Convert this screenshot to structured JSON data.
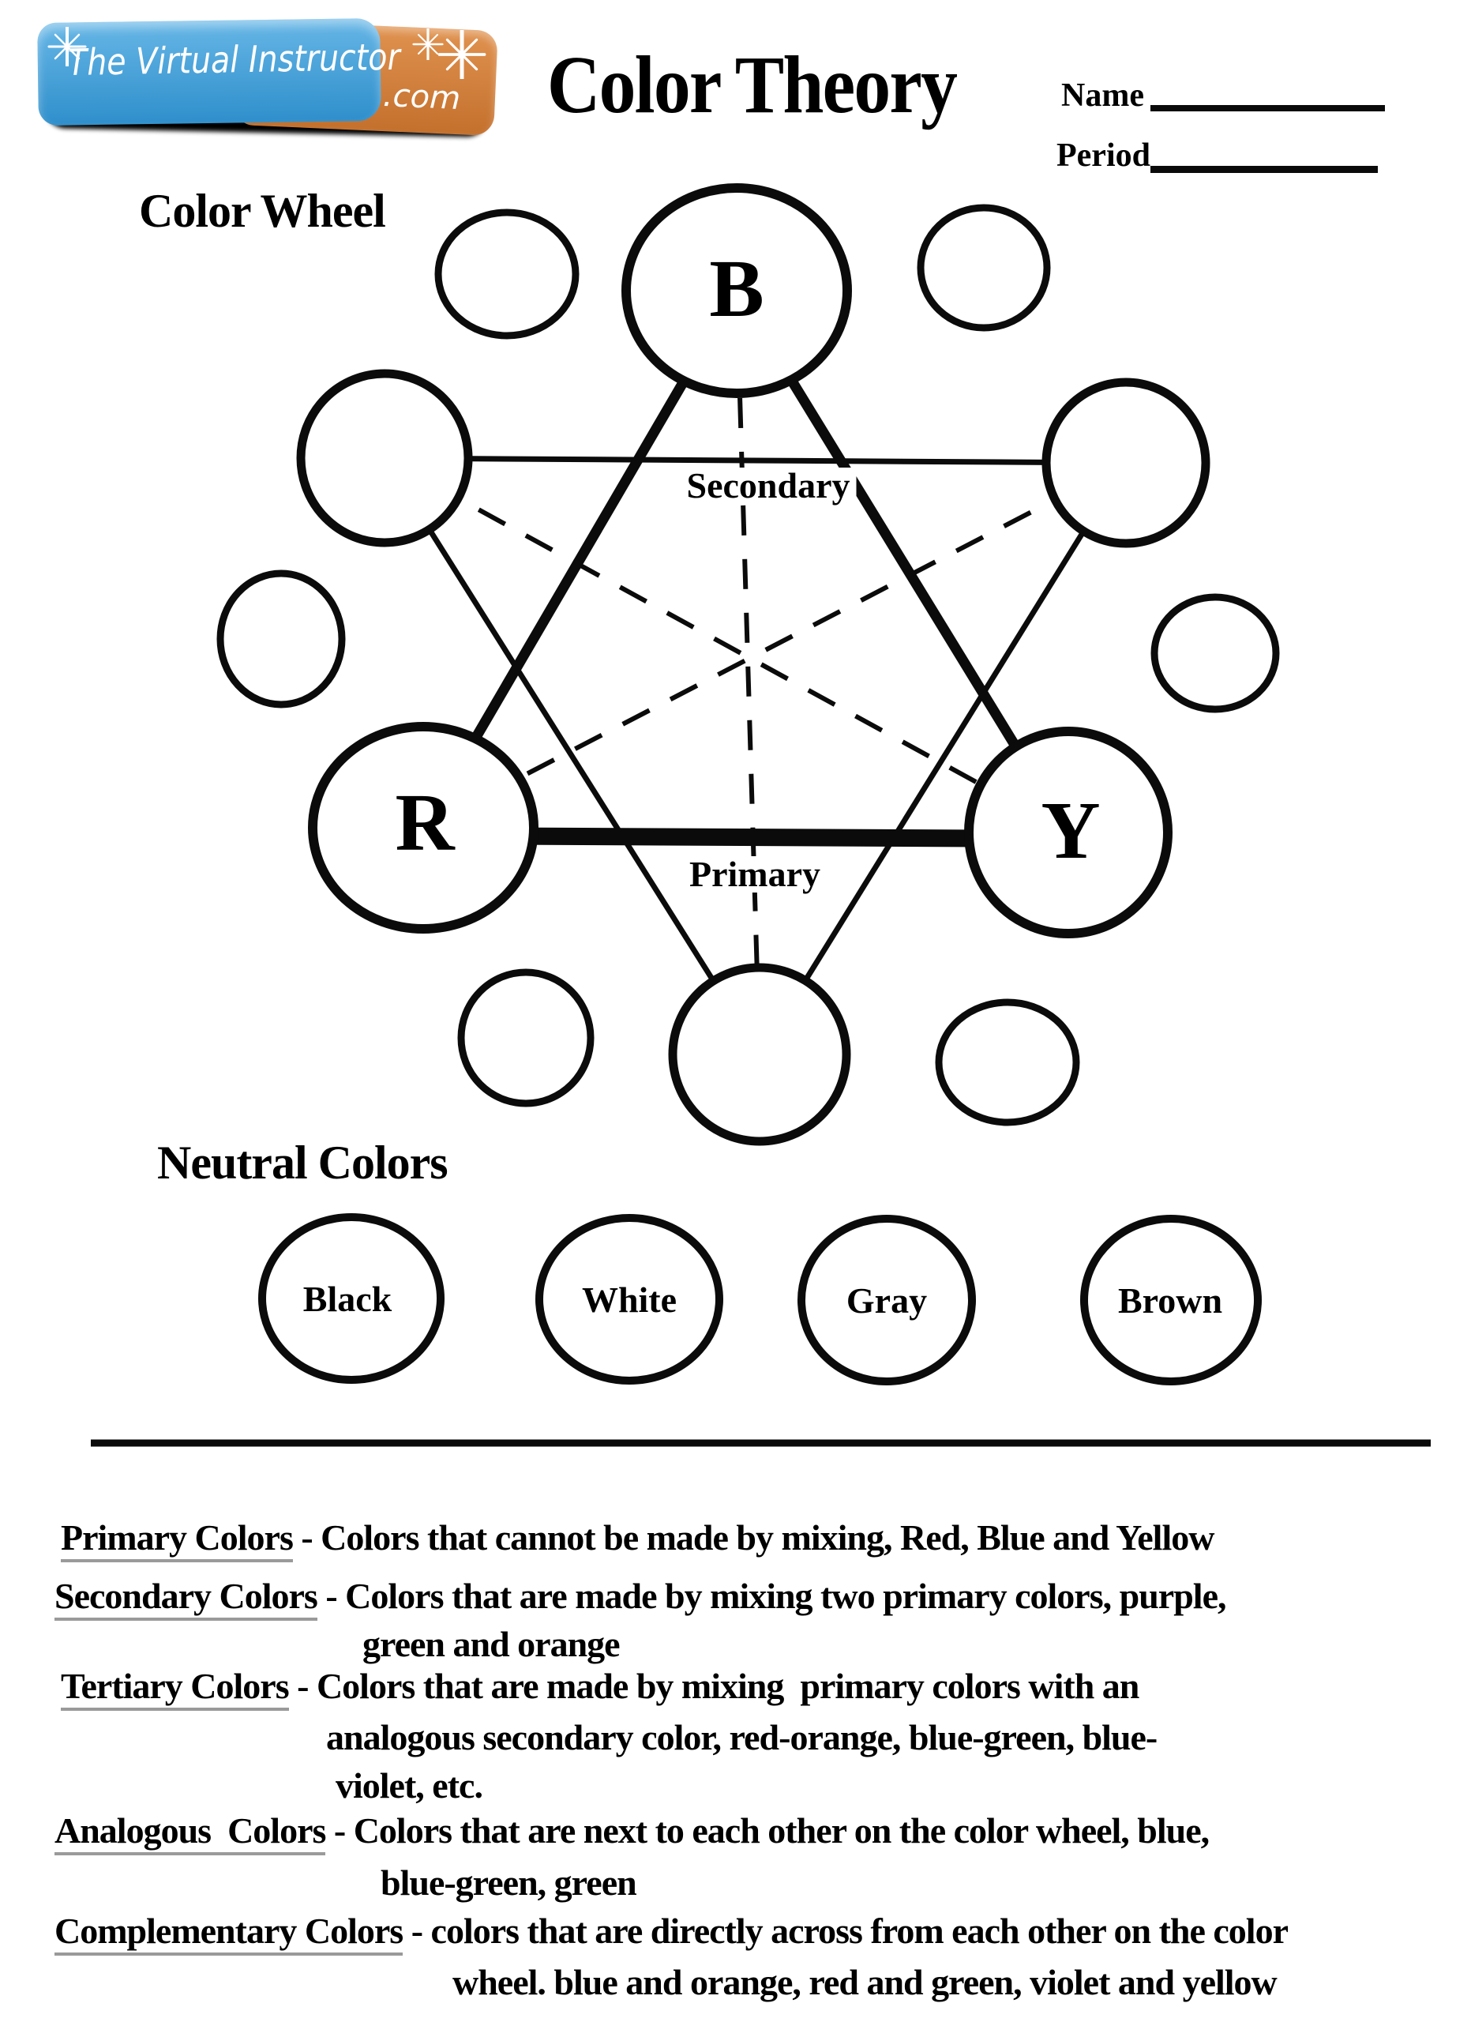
{
  "logo": {
    "brand": "The Virtual Instructor",
    "suffix": ".com"
  },
  "header": {
    "title": "Color Theory",
    "name_label": "Name",
    "period_label": "Period"
  },
  "color_wheel": {
    "heading": "Color Wheel",
    "letters": {
      "blue": "B",
      "red": "R",
      "yellow": "Y"
    },
    "triangle_labels": {
      "secondary": "Secondary",
      "primary": "Primary"
    }
  },
  "neutral_colors": {
    "heading": "Neutral Colors",
    "labels": {
      "black": "Black",
      "white": "White",
      "gray": "Gray",
      "brown": "Brown"
    }
  },
  "definitions": [
    {
      "term": "Primary Colors",
      "rest": " - Colors that cannot be made by mixing, Red, Blue and Yellow"
    },
    {
      "term": "Secondary Colors",
      "rest": " - Colors that are made by mixing two primary colors, purple,",
      "cont": [
        "green and orange"
      ]
    },
    {
      "term": "Tertiary Colors",
      "rest": " - Colors that are made by mixing  primary colors with an",
      "cont": [
        "analogous secondary color, red-orange, blue-green, blue-",
        "violet, etc."
      ]
    },
    {
      "term": "Analogous  Colors",
      "rest": " - Colors that are next to each other on the color wheel, blue,",
      "cont": [
        "blue-green, green"
      ]
    },
    {
      "term": "Complementary Colors",
      "rest": " - colors that are directly across from each other on the color",
      "cont": [
        "wheel. blue and orange, red and green, violet and yellow"
      ]
    }
  ],
  "colors": {
    "ink": "#0b0b0b",
    "logo_blue": "#66b6e6",
    "logo_blue_dark": "#2f8fcb",
    "logo_orange": "#e0924f",
    "logo_orange_dark": "#c4702d",
    "underline_gray": "#9a9a9a"
  }
}
